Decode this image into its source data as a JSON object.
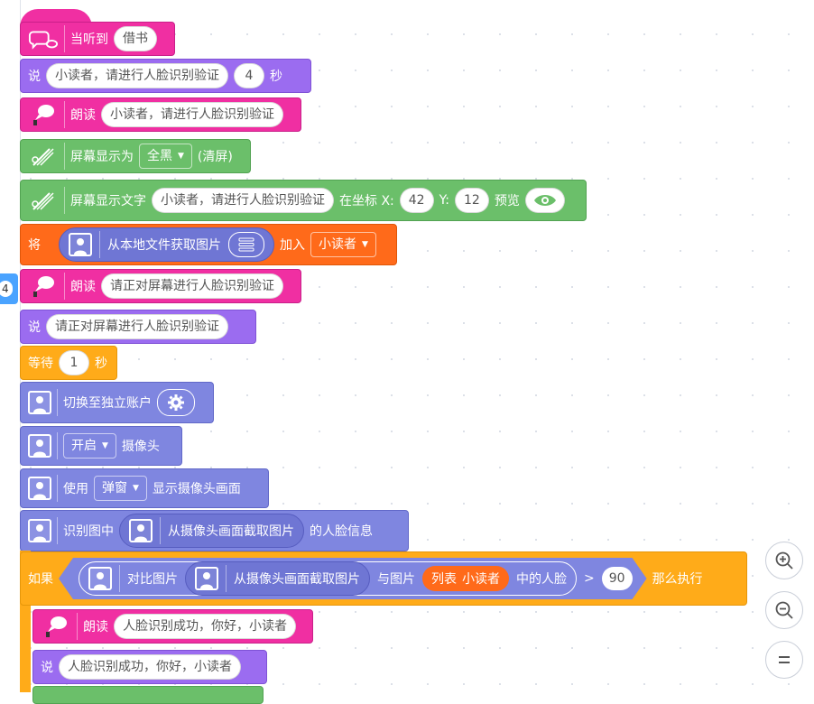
{
  "blocks": {
    "hat": {
      "label": "当听到",
      "value": "借书"
    },
    "say1": {
      "label": "说",
      "text": "小读者，请进行人脸识别验证",
      "seconds": "4",
      "sec_unit": "秒"
    },
    "read1": {
      "label": "朗读",
      "text": "小读者，请进行人脸识别验证"
    },
    "screen_fill": {
      "label": "屏幕显示为",
      "option": "全黑",
      "suffix": "(清屏)"
    },
    "screen_text": {
      "label": "屏幕显示文字",
      "text": "小读者，请进行人脸识别验证",
      "at": "在坐标 X:",
      "x": "42",
      "ylabel": "Y:",
      "y": "12",
      "preview": "预览"
    },
    "set_img": {
      "label": "将",
      "inner": "从本地文件获取图片",
      "add": "加入",
      "target": "小读者"
    },
    "read2": {
      "label": "朗读",
      "text": "请正对屏幕进行人脸识别验证"
    },
    "say2": {
      "label": "说",
      "text": "请正对屏幕进行人脸识别验证"
    },
    "wait": {
      "label": "等待",
      "value": "1",
      "unit": "秒"
    },
    "switch": {
      "label": "切换至独立账户"
    },
    "camera": {
      "option": "开启",
      "label": "摄像头"
    },
    "use": {
      "label": "使用",
      "option": "弹窗",
      "suffix": "显示摄像头画面"
    },
    "recognize": {
      "label": "识别图中",
      "inner": "从摄像头画面截取图片",
      "suffix": "的人脸信息"
    },
    "if": {
      "label": "如果",
      "compare": "对比图片",
      "inner": "从摄像头画面截取图片",
      "with": "与图片",
      "list_label": "列表",
      "list_value": "小读者",
      "mid": "中的人脸",
      "op": ">",
      "value": "90",
      "then": "那么执行"
    },
    "read3": {
      "label": "朗读",
      "text": "人脸识别成功，你好，小读者"
    },
    "say3": {
      "label": "说",
      "text": "人脸识别成功，你好，小读者"
    }
  },
  "side_badge": "4",
  "icons": [
    "speech-clouds-icon",
    "speaker-icon",
    "wand-icon",
    "face-icon",
    "eye-icon",
    "list-icon",
    "gear-icon",
    "zoom-in-icon",
    "zoom-out-icon",
    "reset-zoom-icon"
  ]
}
